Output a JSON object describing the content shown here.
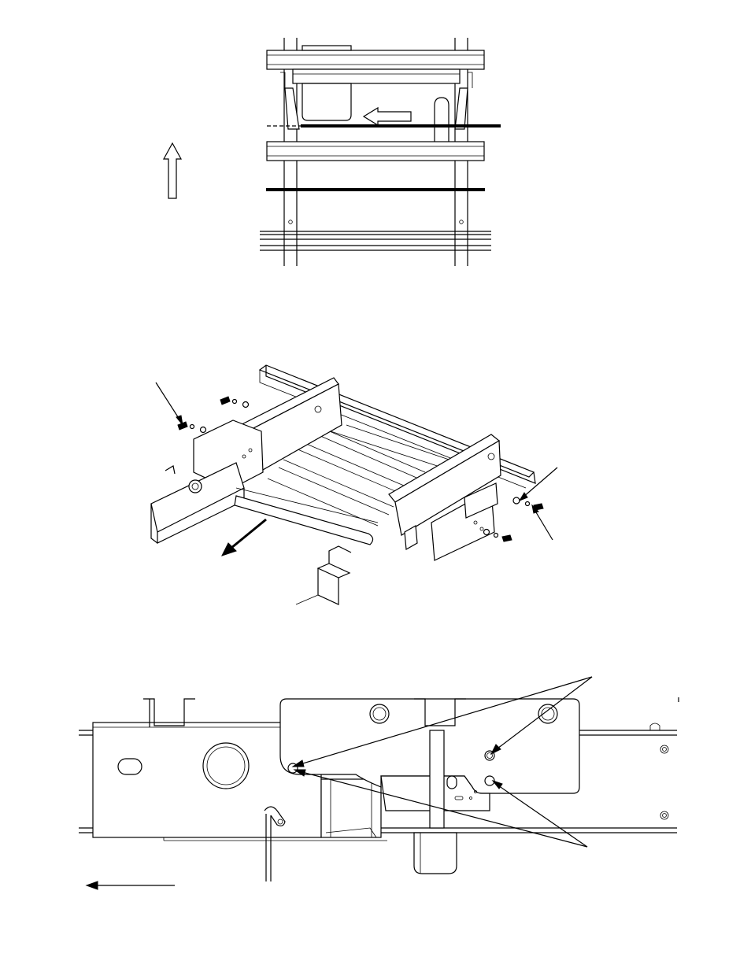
{
  "page": {
    "background": "#ffffff",
    "line_color": "#000000"
  },
  "figures": [
    {
      "id": "top-view",
      "icons": [
        "forward-direction-arrow-icon",
        "slide-left-arrow-icon"
      ]
    },
    {
      "id": "isometric-view",
      "icons": [
        "pointer-arrow-icon",
        "direction-arrow-icon"
      ]
    },
    {
      "id": "side-view",
      "icons": [
        "pointer-arrow-icon",
        "direction-arrow-icon"
      ]
    }
  ]
}
